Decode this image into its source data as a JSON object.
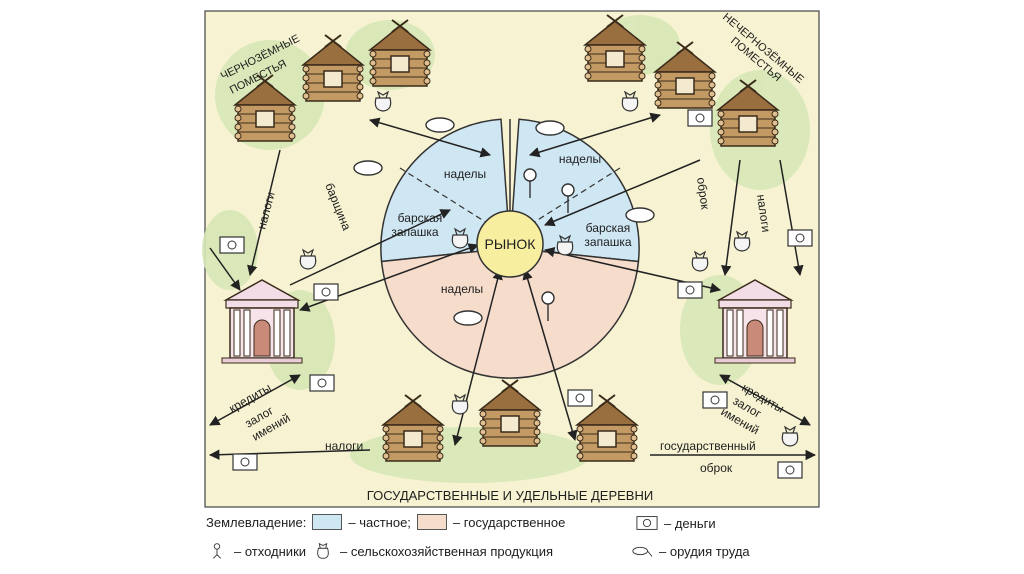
{
  "labels": {
    "market": "РЫНОК",
    "nadely_top": "наделы",
    "nadely_right": "наделы",
    "nadely_bottom": "наделы",
    "barskaya_left_1": "барская",
    "barskaya_left_2": "запашка",
    "barskaya_right_1": "барская",
    "barskaya_right_2": "запашка",
    "barshchina": "барщина",
    "nalogi_left": "налоги",
    "nalogi_right": "налоги",
    "obrok_right": "оброк",
    "chern_1": "ЧЕРНОЗЁМНЫЕ",
    "chern_2": "ПОМЕСТЬЯ",
    "nechern_1": "НЕЧЕРНОЗЁМНЫЕ",
    "nechern_2": "ПОМЕСТЬЯ",
    "krediti_left": "кредиты",
    "zalog_left_1": "залог",
    "zalog_left_2": "имений",
    "krediti_right": "кредиты",
    "zalog_right_1": "залог",
    "zalog_right_2": "имений",
    "nalogi_bottom": "налоги",
    "gos_obrok_1": "государственный",
    "gos_obrok_2": "оброк",
    "villages": "ГОСУДАРСТВЕННЫЕ И УДЕЛЬНЫЕ ДЕРЕВНИ"
  },
  "legend": {
    "title": "Землевладение:",
    "private": "– частное;",
    "state": "– государственное",
    "money": "– деньги",
    "otkhodniki": "– отходники",
    "produce": "– сельскохозяйственная продукция",
    "tools": "– орудия труда"
  },
  "colors": {
    "background": "#f7f3d2",
    "private_sector": "#cfe6f3",
    "state_sector": "#f6dccb",
    "market": "#f7eea0",
    "greenery": "#d7e7b6",
    "log_house": "#b58a55"
  }
}
